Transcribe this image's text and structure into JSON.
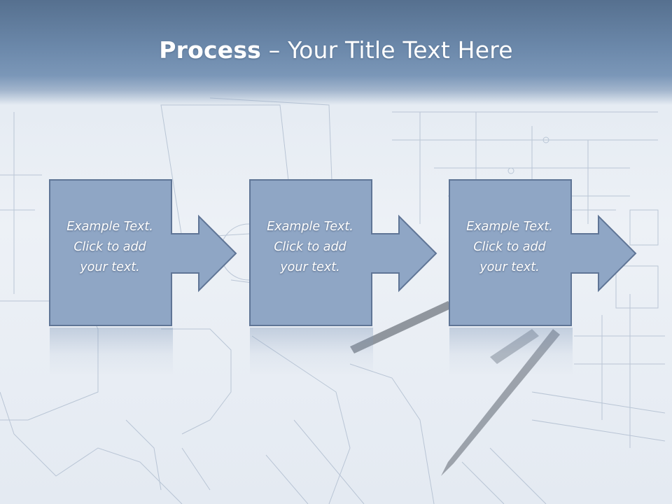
{
  "slide": {
    "title_bold": "Process",
    "title_rest": " – Your Title Text Here",
    "steps": [
      {
        "lines": [
          "Example Text.",
          "Click  to add",
          "your text."
        ]
      },
      {
        "lines": [
          "Example Text.",
          "Click  to add",
          "your text."
        ]
      },
      {
        "lines": [
          "Example Text.",
          "Click  to add",
          "your text."
        ]
      }
    ]
  },
  "colors": {
    "title_band": "#6b88aa",
    "box_fill": "#8fa6c5",
    "box_border": "#5f7596",
    "text": "#ffffff"
  }
}
